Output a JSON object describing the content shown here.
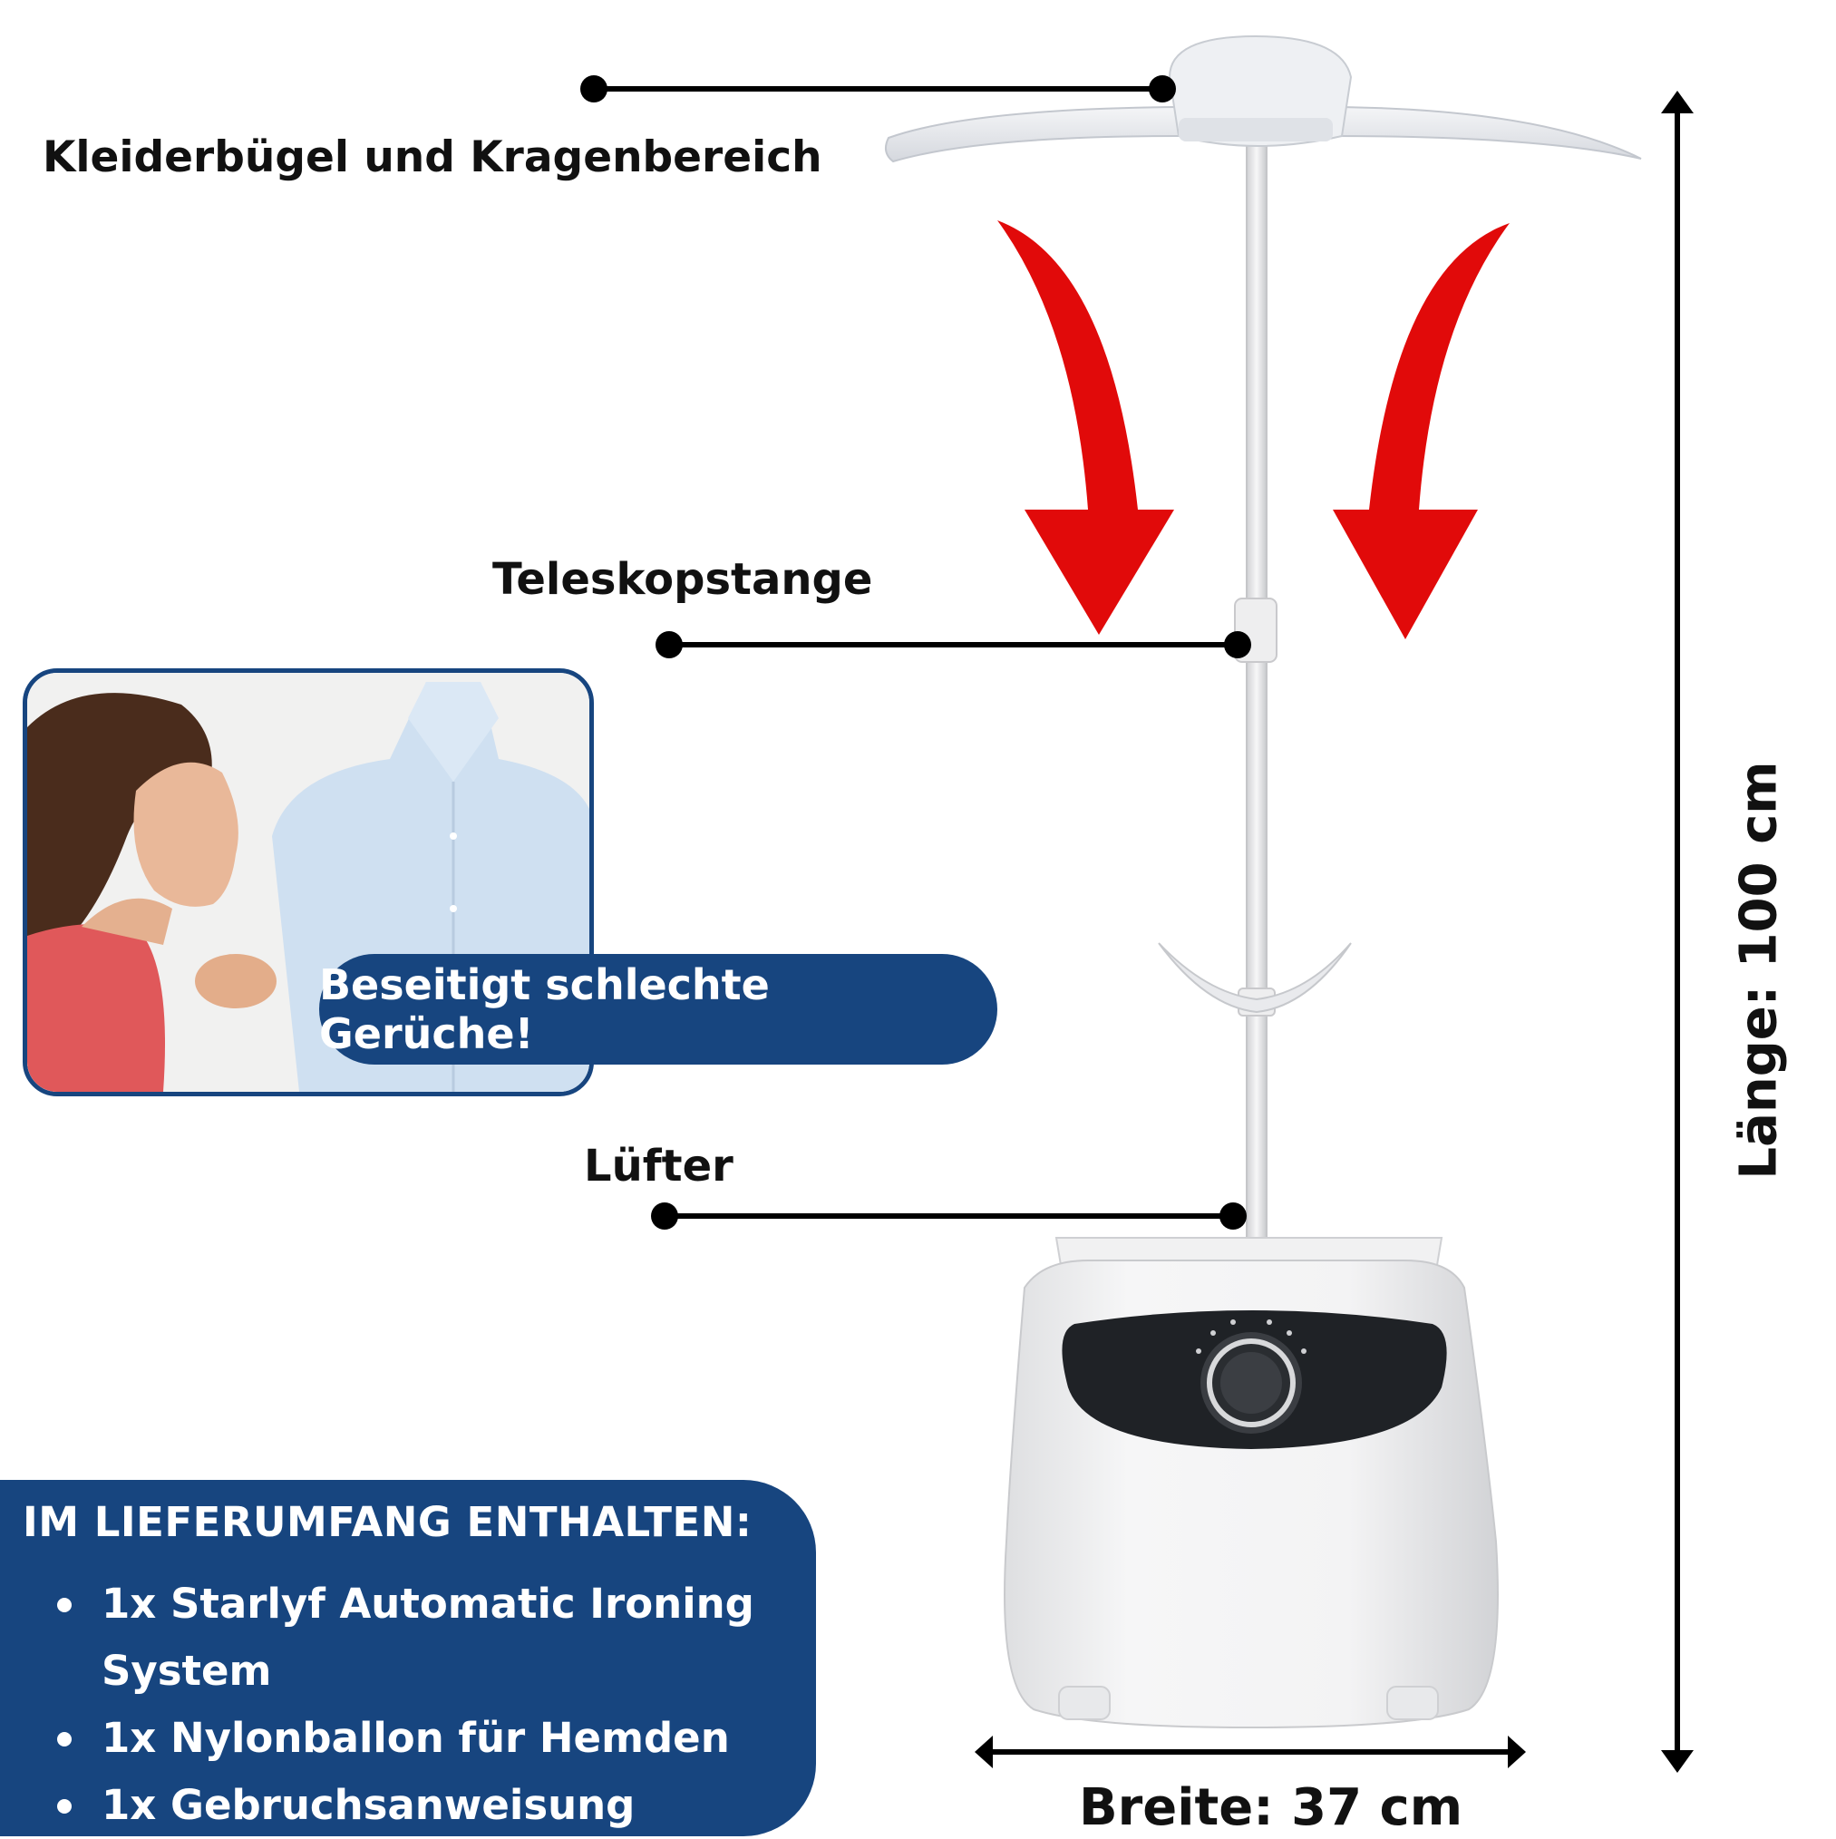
{
  "callouts": {
    "hanger": "Kleiderbügel und Kragenbereich",
    "pole": "Teleskopstange",
    "fan": "Lüfter"
  },
  "dimensions": {
    "length": "Länge: 100 cm",
    "width": "Breite: 37 cm"
  },
  "badge": {
    "text": "Beseitigt schlechte Gerüche!"
  },
  "package": {
    "heading": "IM LIEFERUMFANG ENTHALTEN:",
    "items": [
      "1x Starlyf Automatic Ironing System",
      "1x Nylonballon für Hemden",
      "1x Gebruchsanweisung"
    ]
  },
  "colors": {
    "accent_blue": "#17457f",
    "arrow_red": "#e10a0a"
  }
}
